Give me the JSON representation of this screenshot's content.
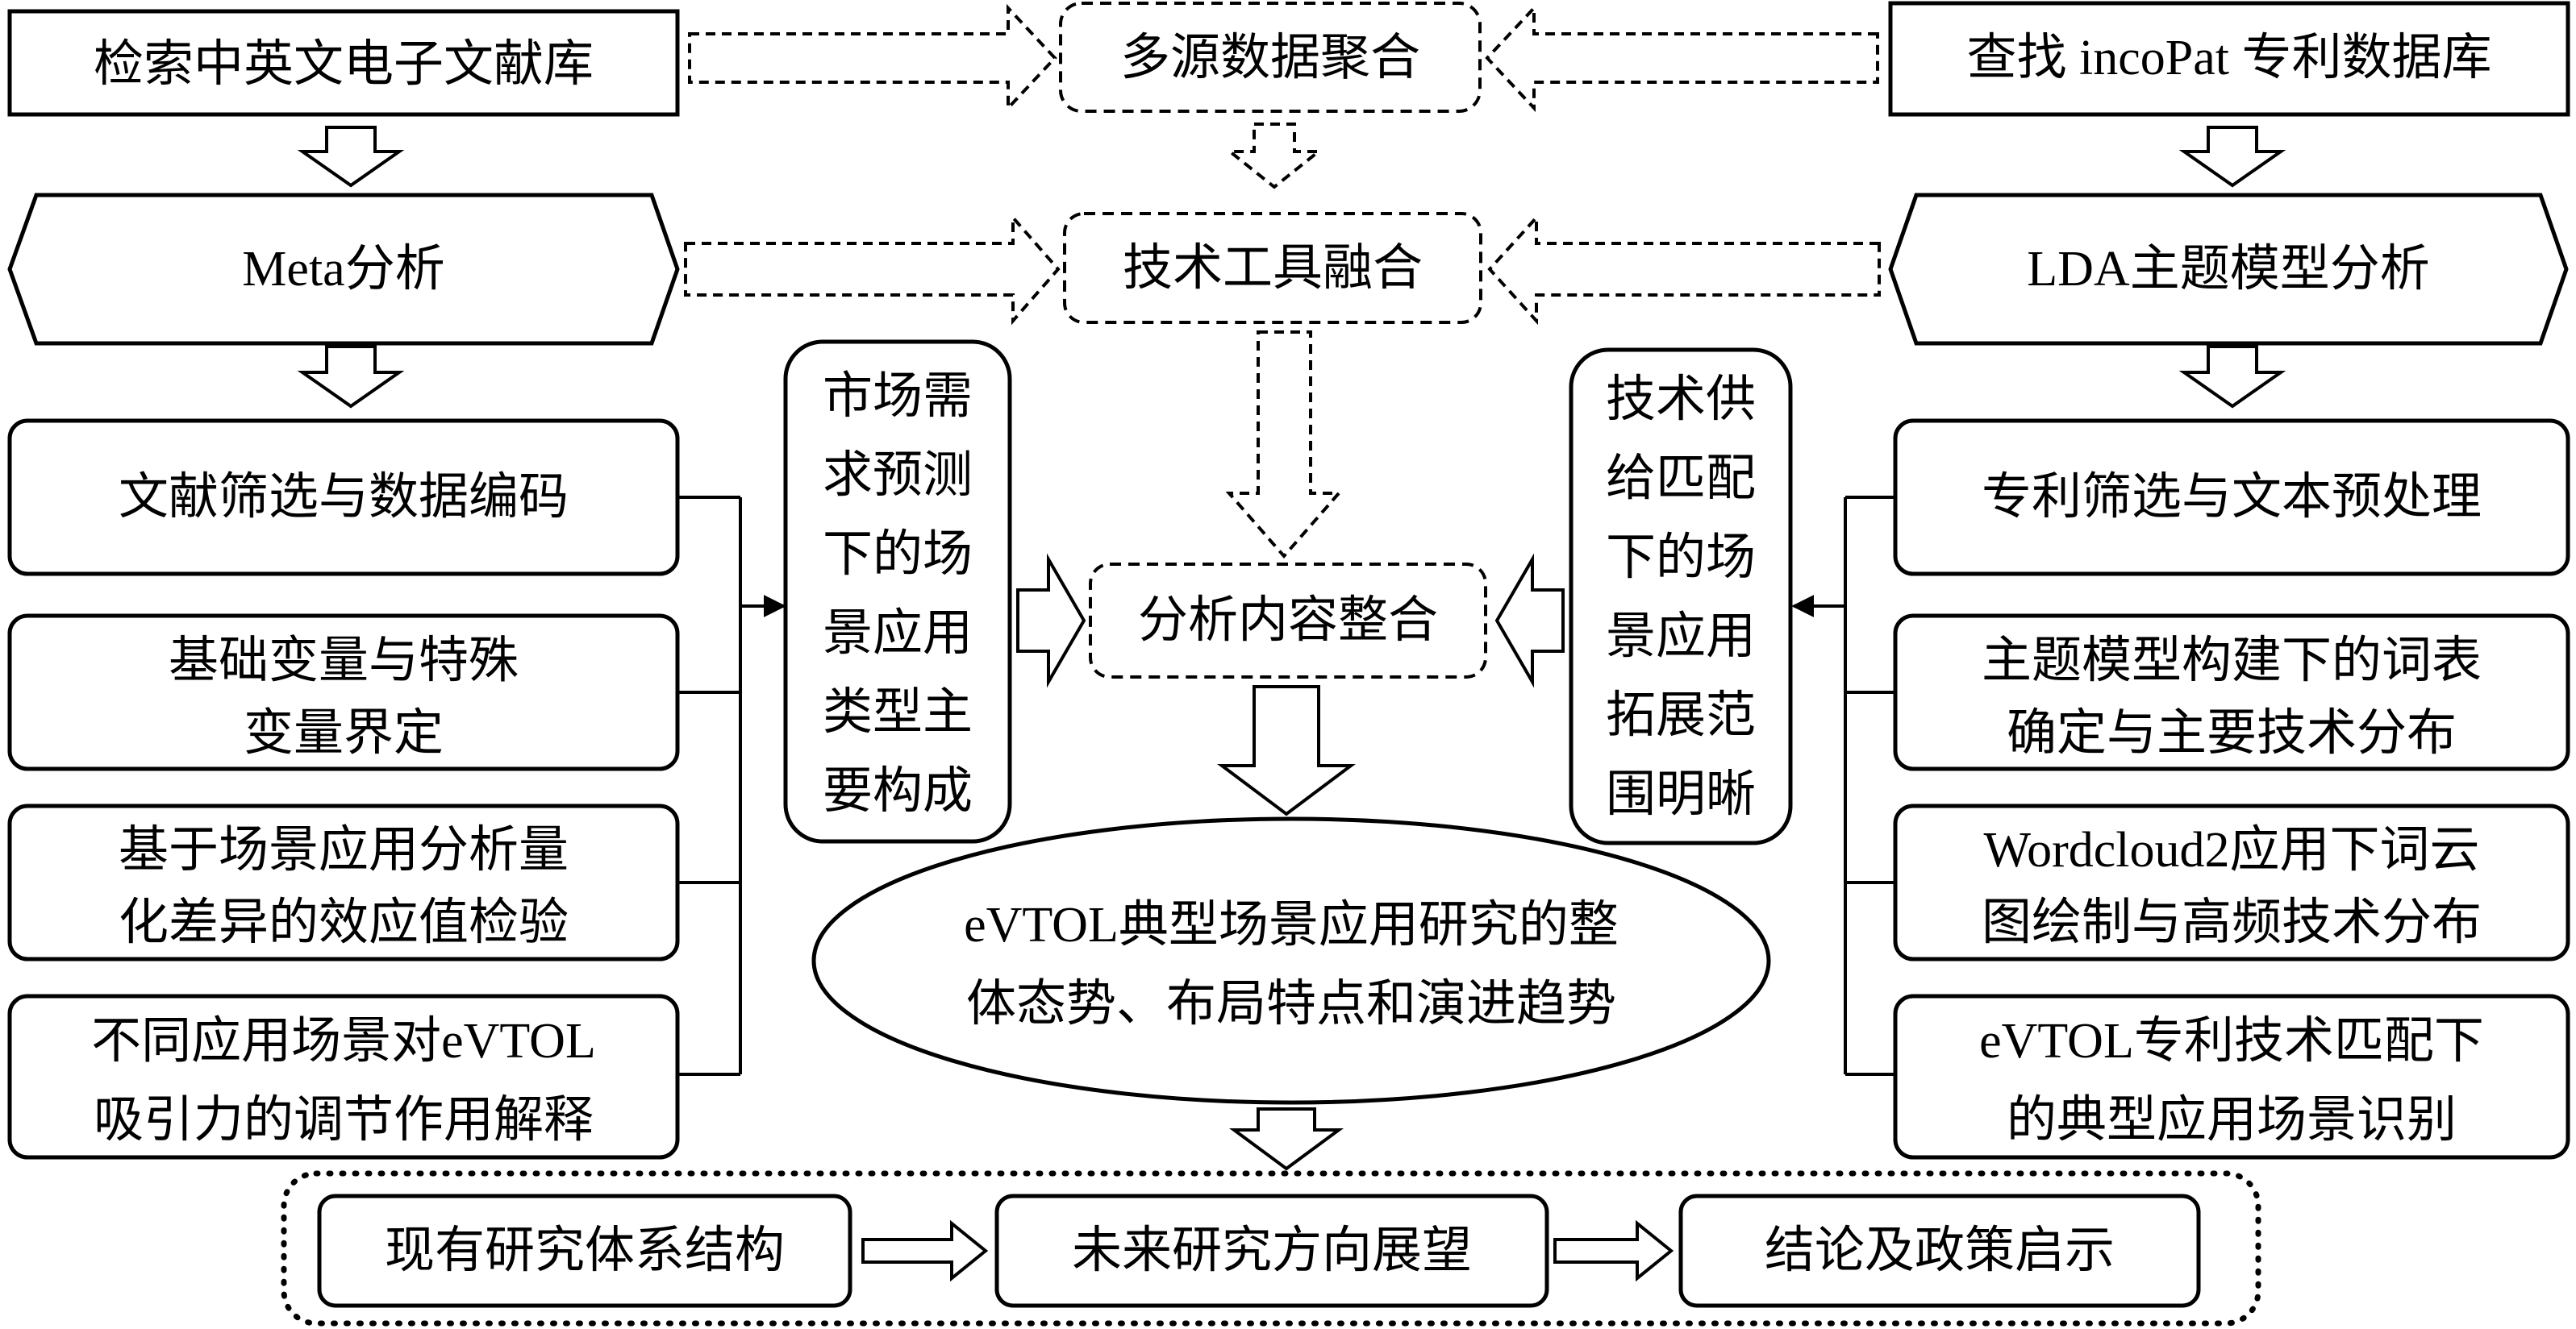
{
  "top": {
    "left_source": "检索中英文电子文献库",
    "center": "多源数据聚合",
    "right_source": "查找 incoPat 专利数据库"
  },
  "row2": {
    "left": "Meta分析",
    "center": "技术工具融合",
    "right": "LDA主题模型分析"
  },
  "left_steps": [
    [
      "文献筛选与数据编码"
    ],
    [
      "基础变量与特殊",
      "变量界定"
    ],
    [
      "基于场景应用分析量",
      "化差异的效应值检验"
    ],
    [
      "不同应用场景对eVTOL",
      "吸引力的调节作用解释"
    ]
  ],
  "right_steps": [
    [
      "专利筛选与文本预处理"
    ],
    [
      "主题模型构建下的词表",
      "确定与主要技术分布"
    ],
    [
      "Wordcloud2应用下词云",
      "图绘制与高频技术分布"
    ],
    [
      "eVTOL专利技术匹配下",
      "的典型应用场景识别"
    ]
  ],
  "left_mid": [
    "市场需",
    "求预测",
    "下的场",
    "景应用",
    "类型主",
    "要构成"
  ],
  "right_mid": [
    "技术供",
    "给匹配",
    "下的场",
    "景应用",
    "拓展范",
    "围明晰"
  ],
  "integration": "分析内容整合",
  "result": [
    "eVTOL典型场景应用研究的整",
    "体态势、布局特点和演进趋势"
  ],
  "bottom": [
    "现有研究体系结构",
    "未来研究方向展望",
    "结论及政策启示"
  ]
}
